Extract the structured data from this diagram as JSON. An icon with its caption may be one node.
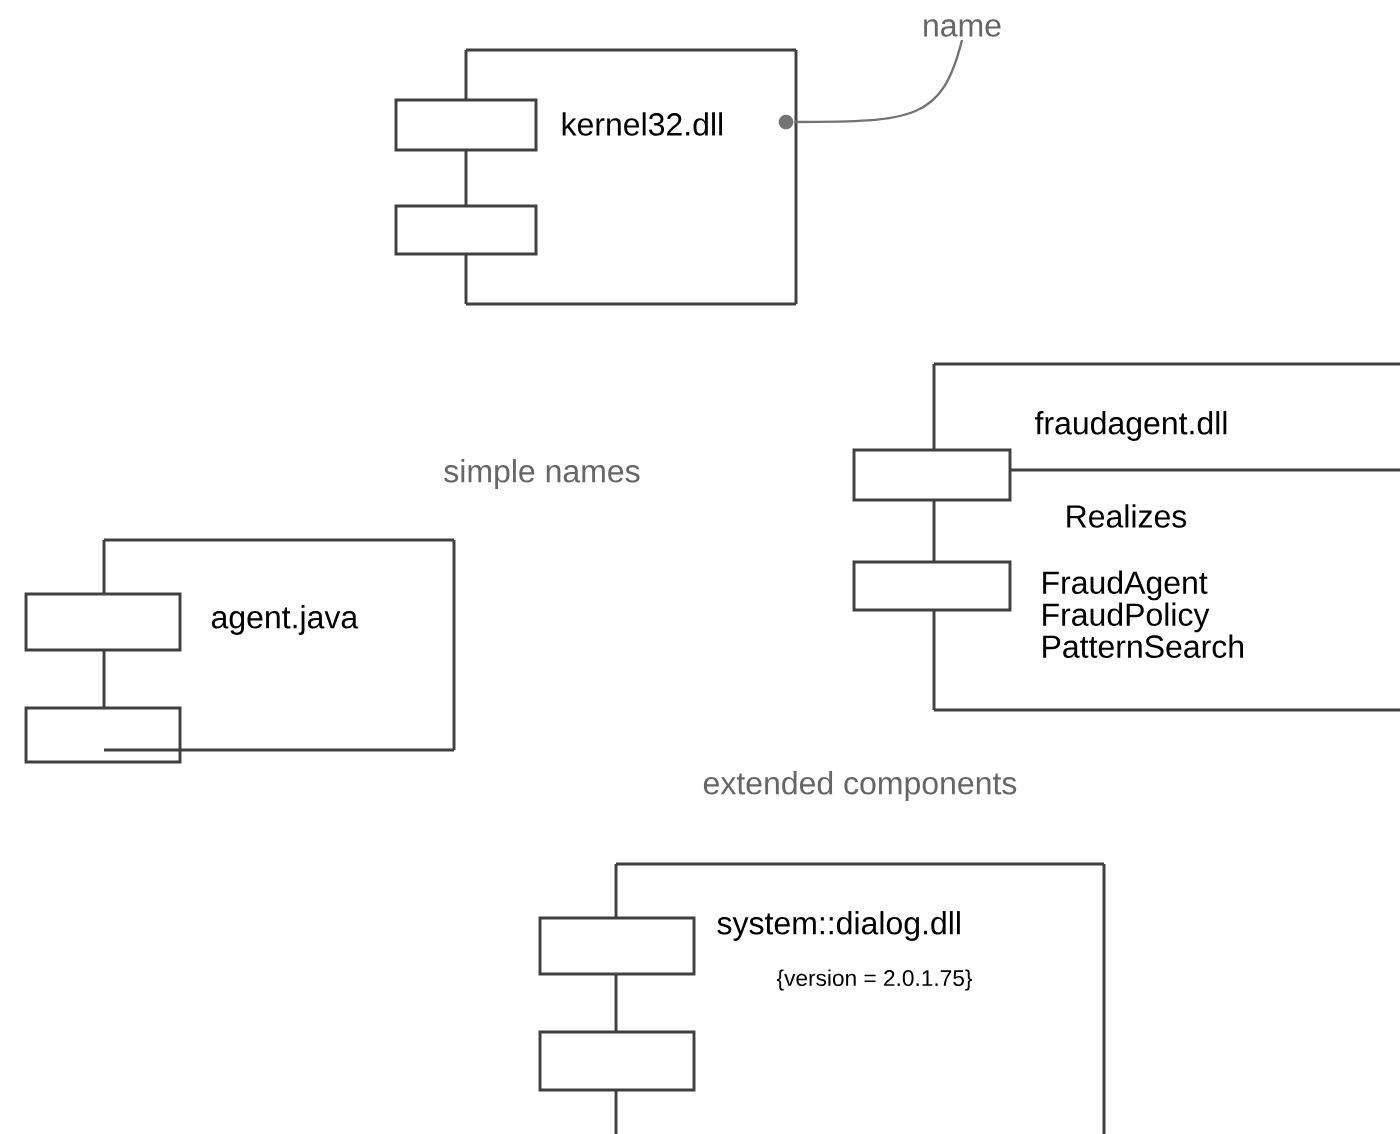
{
  "diagram": {
    "nodes": [
      {
        "text": [
          "kernel32.dll"
        ]
      },
      {
        "text": [],
        "shape": "circle",
        "in": 0
      },
      {
        "text": [
          "name"
        ]
      },
      {
        "text": [
          "fraudagent.dll",
          "Realizes",
          "FraudAgent FraudPolicy PatternSearch"
        ]
      },
      {
        "text": [
          "agent.java"
        ]
      },
      {
        "text": [
          "system::dialog.dll",
          "{version = 2.0.1.75}"
        ]
      }
    ],
    "edges": [
      {
        "from": 2,
        "to": 1,
        "arrow": "none"
      }
    ],
    "labels": [
      "simple names",
      "extended components"
    ]
  }
}
